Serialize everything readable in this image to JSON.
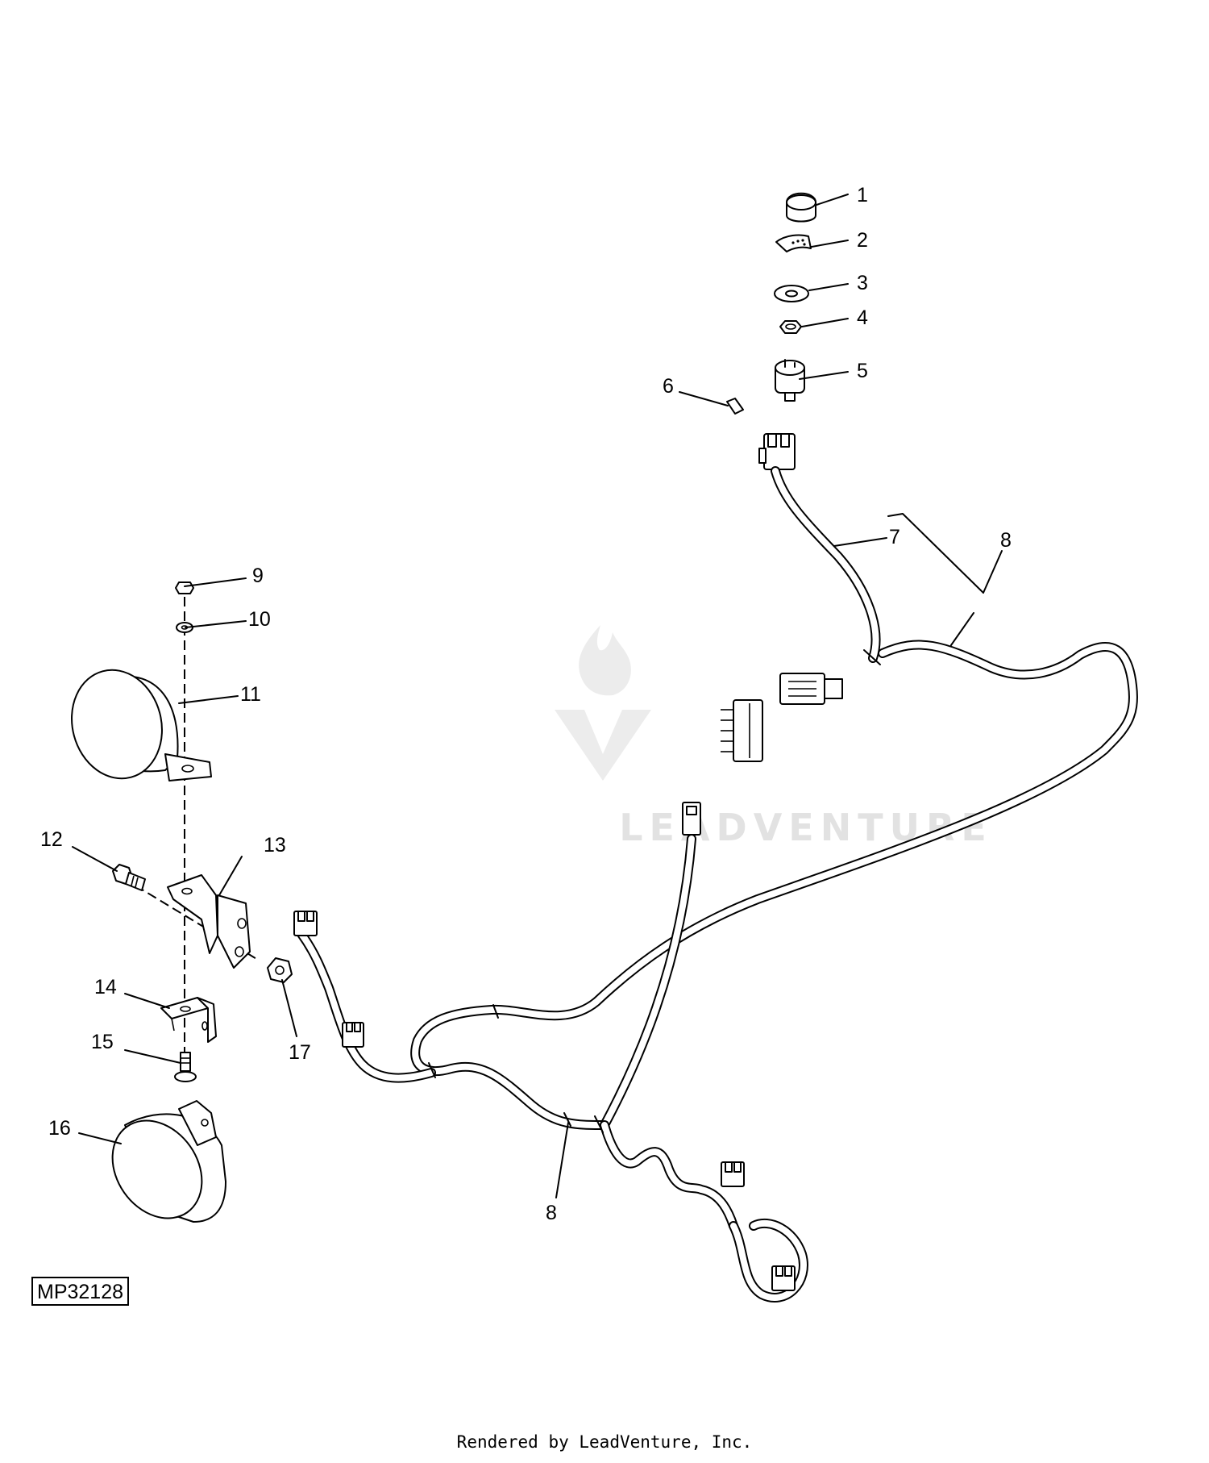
{
  "callouts": {
    "c1": "1",
    "c2": "2",
    "c3": "3",
    "c4": "4",
    "c5": "5",
    "c6": "6",
    "c7": "7",
    "c8a": "8",
    "c8b": "8",
    "c9": "9",
    "c10": "10",
    "c11": "11",
    "c12": "12",
    "c13": "13",
    "c14": "14",
    "c15": "15",
    "c16": "16",
    "c17": "17"
  },
  "diagram_id": "MP32128",
  "watermark": "LEADVENTURE",
  "footer": "Rendered by LeadVenture, Inc."
}
